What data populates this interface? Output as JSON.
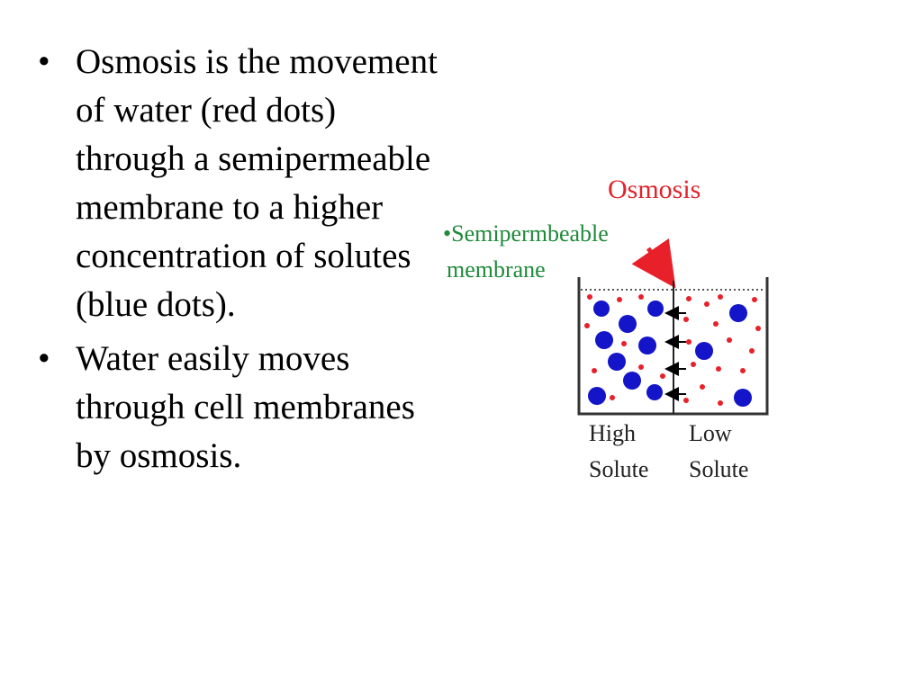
{
  "bullets": [
    {
      "marker": "•",
      "text": "Osmosis is the movement of water (red dots) through a semipermeable membrane to a higher concentration of solutes (blue dots)."
    },
    {
      "marker": "•",
      "text": "Water easily moves through cell membranes by osmosis."
    }
  ],
  "diagram": {
    "title": "Osmosis",
    "membrane_label_line1": "•Semipermbeable",
    "membrane_label_line2": "membrane",
    "left_label_line1": "High",
    "left_label_line2": "Solute",
    "right_label_line1": "Low",
    "right_label_line2": "Solute",
    "colors": {
      "title": "#e0242c",
      "membrane_label": "#1f8a3a",
      "water": "#e8202a",
      "solute": "#1414c8",
      "arrow": "#e8202a",
      "container": "#333333"
    }
  }
}
